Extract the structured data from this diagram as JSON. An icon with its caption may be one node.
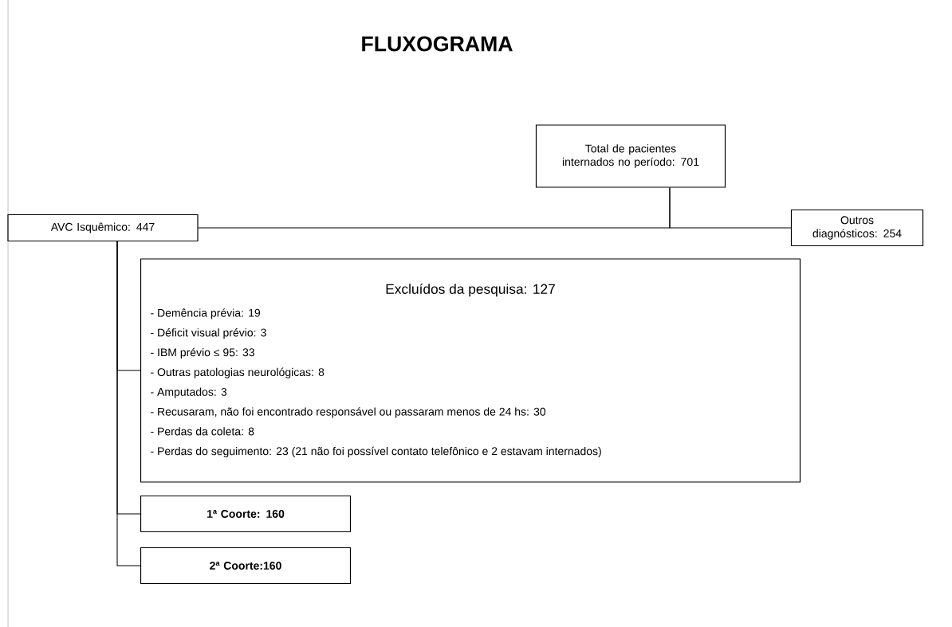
{
  "diagram": {
    "title": "FLUXOGRAMA",
    "nodes": [
      {
        "text": [
          "Total de pacientes internados no período: 701"
        ]
      },
      {
        "text": [
          "AVC Isquêmico: 447"
        ]
      },
      {
        "text": [
          "Outros diagnósticos: 254"
        ]
      },
      {
        "text": [
          "Excluídos da pesquisa: 127",
          "- Demência prévia: 19",
          "- Déficit visual prévio: 3",
          "- IBM prévio ≤ 95: 33",
          "- Outras patologias neurológicas: 8",
          "- Amputados: 3",
          "- Recusaram, não foi encontrado responsável ou passaram menos de 24 hs: 30",
          "- Perdas da coleta: 8",
          "- Perdas do seguimento: 23 (21 não foi possível contato telefônico e 2 estavam internados)"
        ]
      },
      {
        "text": [
          "1ª Coorte: 160"
        ]
      },
      {
        "text": [
          "2ª Coorte:160"
        ]
      }
    ],
    "edges": [
      {
        "from": 0,
        "to": 1,
        "arrow": "none"
      },
      {
        "from": 0,
        "to": 2,
        "arrow": "none"
      },
      {
        "from": 1,
        "to": 3,
        "arrow": "none"
      },
      {
        "from": 1,
        "to": 4,
        "arrow": "none"
      },
      {
        "from": 1,
        "to": 5,
        "arrow": "none"
      }
    ]
  }
}
